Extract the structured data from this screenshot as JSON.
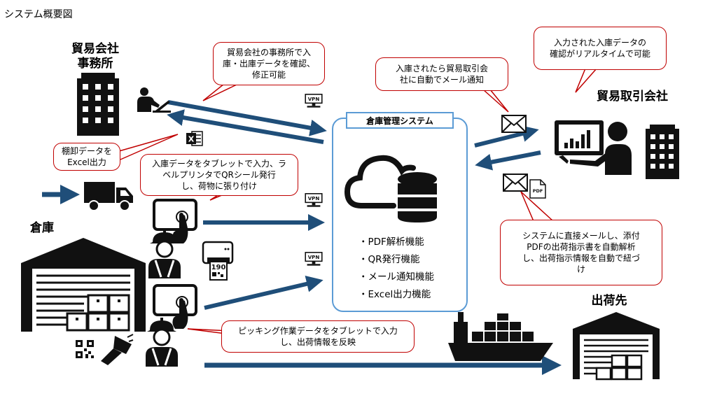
{
  "title": "システム概要図",
  "labels": {
    "trading_office": "貿易会社\n事務所",
    "trading_partner": "貿易取引会社",
    "warehouse": "倉庫",
    "destination": "出荷先"
  },
  "system": {
    "name": "倉庫管理システム",
    "features": [
      "・PDF解析機能",
      "・QR発行機能",
      "・メール通知機能",
      "・Excel出力機能"
    ]
  },
  "callouts": {
    "office_confirm": "貿易会社の事務所で入\n庫・出庫データを確認、\n修正可能",
    "mail_notify": "入庫されたら貿易取引会\n社に自動でメール通知",
    "realtime": "入力された入庫データの\n確認がリアルタイムで可能",
    "excel_out": "棚卸データを\nExcel出力",
    "tablet_input": "入庫データをタブレットで入力、ラ\nベルプリンタでQRシール発行\nし、荷物に張り付け",
    "pdf_parse": "システムに直接メールし、添付\nPDFの出荷指示書を自動解析\nし、出荷指示情報を自動で紐づ\nけ",
    "picking": "ピッキング作業データをタブレットで入力\nし、出荷情報を反映"
  },
  "icons": {
    "vpn": "VPN",
    "pdf": "PDF",
    "label_number": "190",
    "excel": "X"
  },
  "colors": {
    "arrow": "#1f4e79",
    "callout_border": "#c00000",
    "system_border": "#5b9bd5"
  }
}
